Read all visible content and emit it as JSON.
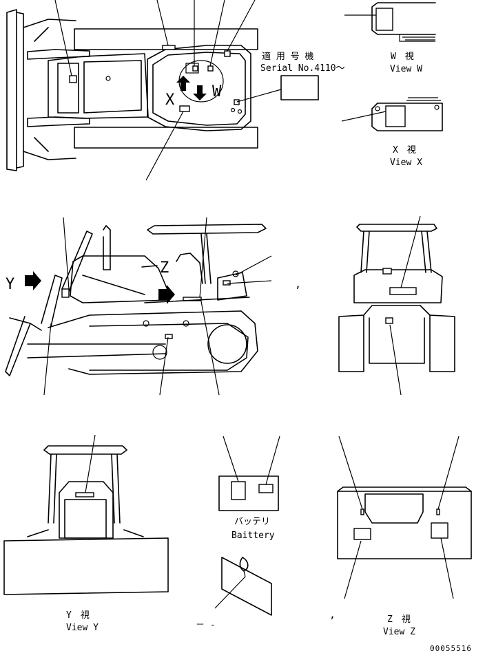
{
  "serial_note": {
    "jp": "適 用 号 機",
    "en": "Serial No.4110～"
  },
  "letters": {
    "w": "W",
    "x": "X",
    "y": "Y",
    "z": "Z"
  },
  "views": {
    "w_jp": "W　視",
    "w_en": "View W",
    "x_jp": "X　視",
    "x_en": "View X",
    "y_jp": "Y　視",
    "y_en": "View Y",
    "z_jp": "Z　視",
    "z_en": "View Z"
  },
  "battery": {
    "jp": "バッテリ",
    "en": "Baittery"
  },
  "marks": {
    "comma1": ",",
    "comma2": ",",
    "dashes": "－ -"
  },
  "drawing_number": "00055516"
}
